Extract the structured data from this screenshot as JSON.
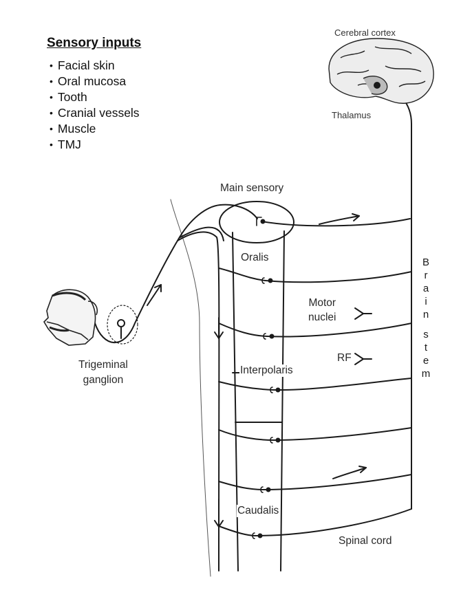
{
  "sensory_inputs": {
    "title": "Sensory inputs",
    "items": [
      "Facial skin",
      "Oral mucosa",
      "Tooth",
      "Cranial vessels",
      "Muscle",
      "TMJ"
    ]
  },
  "labels": {
    "cerebral_cortex": "Cerebral cortex",
    "thalamus": "Thalamus",
    "main_sensory": "Main sensory",
    "oralis": "Oralis",
    "motor_nuclei_1": "Motor",
    "motor_nuclei_2": "nuclei",
    "rf": "RF",
    "interpolaris": "Interpolaris",
    "caudalis": "Caudalis",
    "spinal_cord": "Spinal cord",
    "trigeminal_1": "Trigeminal",
    "trigeminal_2": "ganglion",
    "brain_stem_word1": "Brain",
    "brain_stem_word2": "stem"
  }
}
